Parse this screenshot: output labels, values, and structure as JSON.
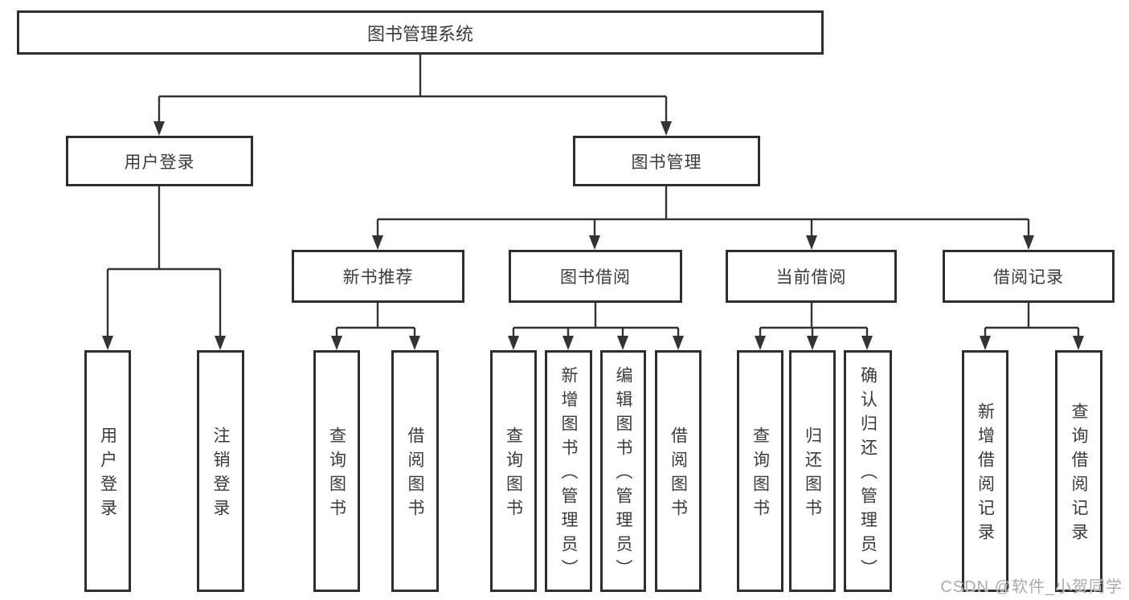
{
  "diagram": {
    "root": {
      "label": "图书管理系统"
    },
    "level2": [
      {
        "label": "用户登录"
      },
      {
        "label": "图书管理"
      }
    ],
    "level3": [
      {
        "label": "新书推荐"
      },
      {
        "label": "图书借阅"
      },
      {
        "label": "当前借阅"
      },
      {
        "label": "借阅记录"
      }
    ],
    "leaves": [
      {
        "label": "用户登录"
      },
      {
        "label": "注销登录"
      },
      {
        "label": "查询图书"
      },
      {
        "label": "借阅图书"
      },
      {
        "label": "查询图书"
      },
      {
        "label": "新增图书（管理员）"
      },
      {
        "label": "编辑图书（管理员）"
      },
      {
        "label": "借阅图书"
      },
      {
        "label": "查询图书"
      },
      {
        "label": "归还图书"
      },
      {
        "label": "确认归还（管理员）"
      },
      {
        "label": "新增借阅记录"
      },
      {
        "label": "查询借阅记录"
      }
    ]
  },
  "watermark": {
    "text": "CSDN @软件_小贺同学"
  },
  "colors": {
    "line": "#333333",
    "border": "#2e2e2e",
    "text": "#3a3a3a",
    "watermark": "#ababab",
    "background": "#ffffff"
  }
}
